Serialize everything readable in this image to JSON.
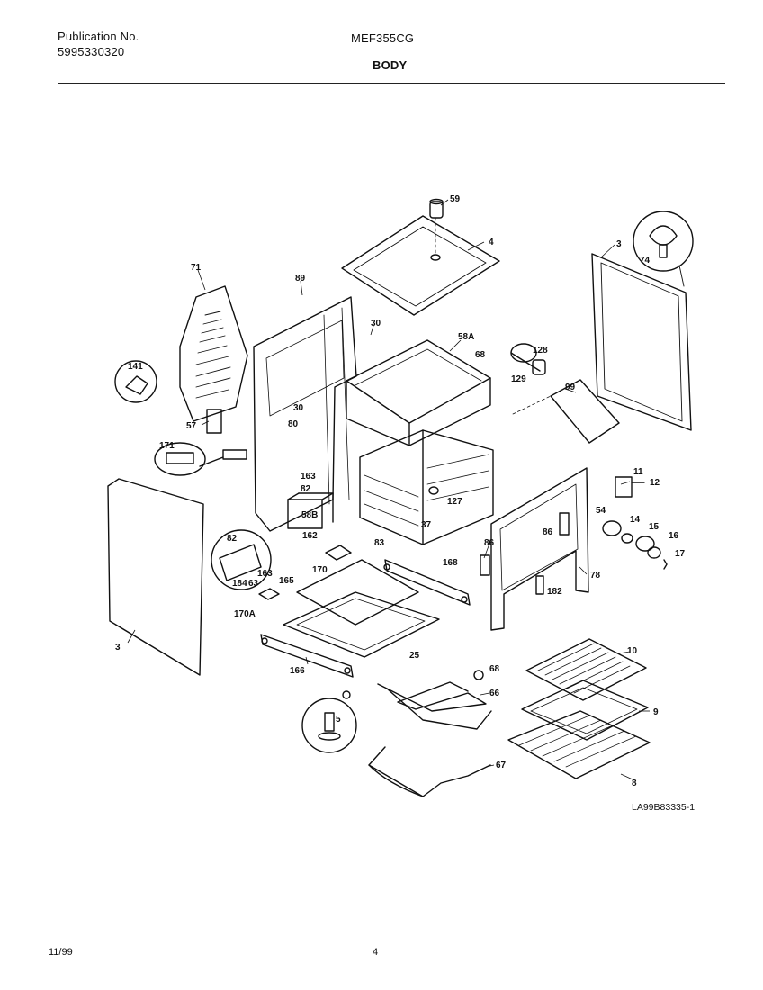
{
  "header": {
    "publication_label": "Publication No.",
    "publication_number": "5995330320",
    "model": "MEF355CG",
    "section": "BODY"
  },
  "callouts": {
    "c59": "59",
    "c4": "4",
    "c74": "74",
    "c3_top": "3",
    "c71": "71",
    "c89": "89",
    "c30a": "30",
    "c58A": "58A",
    "c68_top": "68",
    "c128": "128",
    "c129": "129",
    "c141": "141",
    "c99": "99",
    "c57": "57",
    "c30b": "30",
    "c80": "80",
    "c171": "171",
    "c163a": "163",
    "c82a": "82",
    "c58B": "58B",
    "c127": "127",
    "c11": "11",
    "c12": "12",
    "c37": "37",
    "c54": "54",
    "c14": "14",
    "c15": "15",
    "c16": "16",
    "c17": "17",
    "c86a": "86",
    "c86b": "86",
    "c162": "162",
    "c83": "83",
    "c168": "168",
    "c78": "78",
    "c182": "182",
    "c82b": "82",
    "c163b": "163",
    "c184": "184",
    "c63": "63",
    "c170": "170",
    "c165": "165",
    "c170A": "170A",
    "c3_side": "3",
    "c25": "25",
    "c166": "166",
    "c10": "10",
    "c68_bot": "68",
    "c66": "66",
    "c9": "9",
    "c5": "5",
    "c8": "8",
    "c67": "67"
  },
  "drawing_code": "LA99B83335-1",
  "footer": {
    "date": "11/99",
    "page": "4"
  }
}
